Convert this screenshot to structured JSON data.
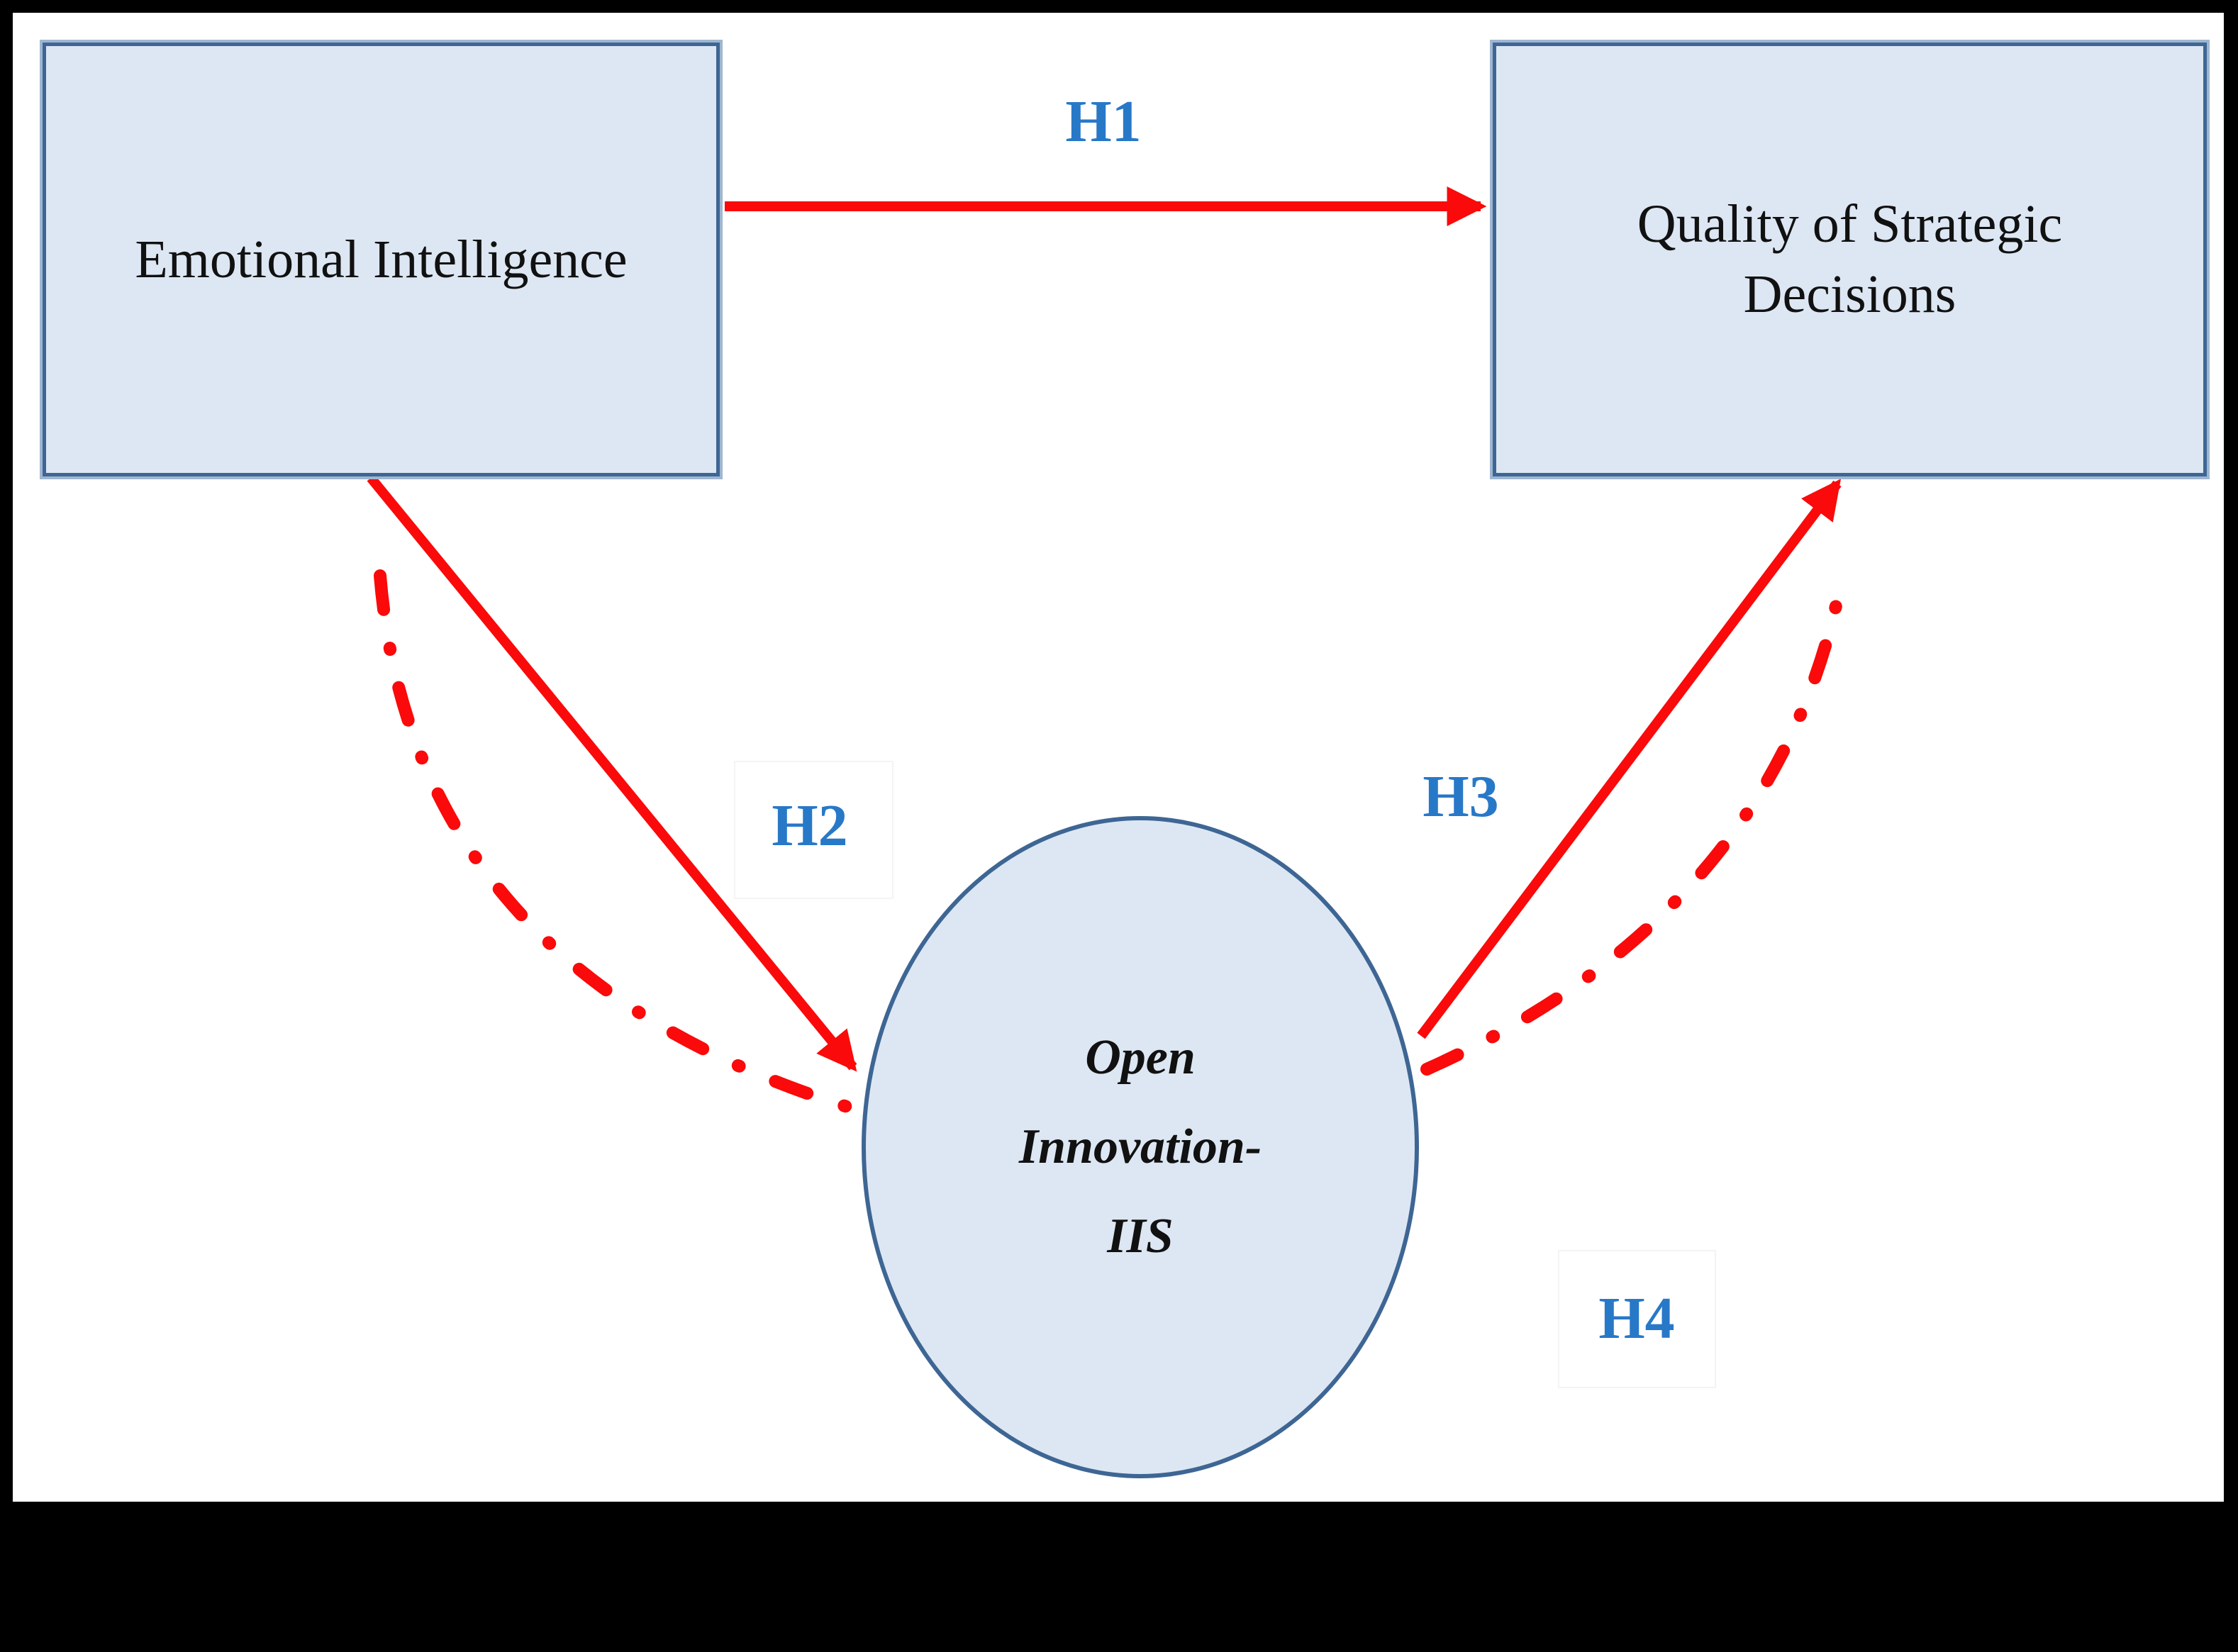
{
  "diagram": {
    "nodes": {
      "emotional_intelligence": {
        "lines": [
          "Emotional Intelligence"
        ]
      },
      "quality_of_strategic_decisions": {
        "lines": [
          "Quality of Strategic",
          "Decisions"
        ]
      },
      "open_innovation_iis": {
        "lines": [
          "Open",
          "Innovation-",
          "IIS"
        ]
      }
    },
    "hypothesis_labels": {
      "h1": "H1",
      "h2": "H2",
      "h3": "H3",
      "h4": "H4"
    },
    "edges": [
      {
        "id": "H1",
        "from": "Emotional Intelligence",
        "to": "Quality of Strategic Decisions",
        "style": "solid-arrow"
      },
      {
        "id": "H2",
        "from": "Emotional Intelligence",
        "to": "Open Innovation-IIS",
        "style": "solid-arrow"
      },
      {
        "id": "H3",
        "from": "Open Innovation-IIS",
        "to": "Quality of Strategic Decisions",
        "style": "solid-arrow"
      },
      {
        "id": "H4",
        "from": "Emotional Intelligence",
        "to": "Quality of Strategic Decisions",
        "via": "Open Innovation-IIS",
        "style": "dash-dot-curve"
      }
    ]
  },
  "colors": {
    "canvas": "#ffffff",
    "frame": "#000000",
    "node_fill": "#dde7f3",
    "node_border": "#3e6694",
    "node_border_light": "#9fb6d0",
    "arrow": "#fa0a0a",
    "hyp": "#2878c8",
    "node_text": "#111111"
  }
}
